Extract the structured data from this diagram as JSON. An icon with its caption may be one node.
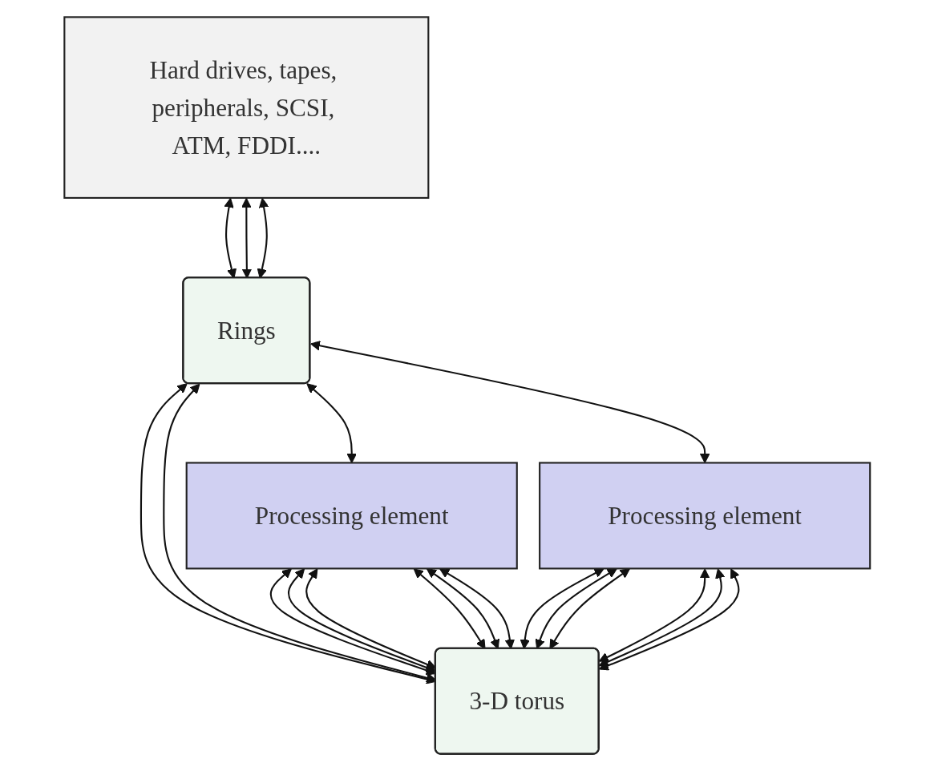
{
  "diagram": {
    "nodes": [
      {
        "text": [
          "Hard drives, tapes, peripherals, SCSI, ATM, FDDI...."
        ]
      },
      {
        "text": [
          "Rings"
        ]
      },
      {
        "text": [
          "Processing element"
        ]
      },
      {
        "text": [
          "Processing element"
        ]
      },
      {
        "text": [
          "3-D torus"
        ]
      }
    ],
    "edges": [
      {
        "from": 0,
        "to": 1,
        "arrow": "both"
      },
      {
        "from": 0,
        "to": 1,
        "arrow": "both"
      },
      {
        "from": 0,
        "to": 1,
        "arrow": "both"
      },
      {
        "from": 1,
        "to": 2,
        "arrow": "both"
      },
      {
        "from": 1,
        "to": 4,
        "arrow": "both"
      },
      {
        "from": 1,
        "to": 4,
        "arrow": "both"
      },
      {
        "from": 1,
        "to": 3,
        "arrow": "both"
      },
      {
        "from": 2,
        "to": 4,
        "arrow": "both"
      },
      {
        "from": 2,
        "to": 4,
        "arrow": "both"
      },
      {
        "from": 2,
        "to": 4,
        "arrow": "both"
      },
      {
        "from": 2,
        "to": 4,
        "arrow": "both"
      },
      {
        "from": 2,
        "to": 4,
        "arrow": "both"
      },
      {
        "from": 2,
        "to": 4,
        "arrow": "both"
      },
      {
        "from": 3,
        "to": 4,
        "arrow": "both"
      },
      {
        "from": 3,
        "to": 4,
        "arrow": "both"
      },
      {
        "from": 3,
        "to": 4,
        "arrow": "both"
      },
      {
        "from": 3,
        "to": 4,
        "arrow": "both"
      },
      {
        "from": 3,
        "to": 4,
        "arrow": "both"
      },
      {
        "from": 3,
        "to": 4,
        "arrow": "both"
      }
    ]
  }
}
